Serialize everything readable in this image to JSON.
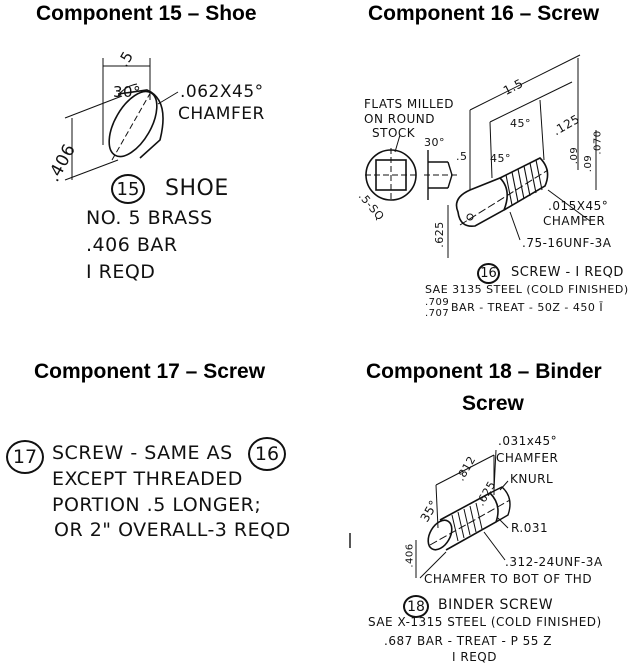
{
  "components": [
    {
      "heading": "Component 15 – Shoe",
      "dimensions": [
        ".5",
        "30°",
        ".062X45°",
        "CHAMFER",
        ".406"
      ],
      "callout_number": "15",
      "title": "SHOE",
      "spec_lines": [
        "NO. 5 BRASS",
        ".406 BAR",
        "I REQD"
      ]
    },
    {
      "heading": "Component 16 – Screw",
      "dimensions": [
        "FLATS MILLED",
        "ON ROUND",
        "STOCK",
        "30°",
        ".5",
        "1.5",
        "45°",
        "45°",
        ".125",
        ".070",
        ".09",
        ".09",
        ".5-SQ",
        ".625",
        ".015X45°",
        "CHAMFER",
        ".75-16UNF-3A"
      ],
      "callout_number": "16",
      "title": "SCREW - I REQD",
      "spec_lines": [
        "SAE 3135 STEEL (COLD FINISHED)",
        ".709",
        ".707",
        "BAR - TREAT - 50Z - 450 Ī"
      ]
    },
    {
      "heading": "Component 17 – Screw",
      "callout_number": "17",
      "ref_number": "16",
      "title": "SCREW - SAME AS",
      "spec_lines": [
        "EXCEPT THREADED",
        "PORTION .5 LONGER;",
        "OR 2\" OVERALL-3 REQD"
      ]
    },
    {
      "heading_line1": "Component 18 – Binder",
      "heading_line2": "Screw",
      "dimensions": [
        ".031x45°",
        "CHAMFER",
        "KNURL",
        ".812",
        ".625",
        "35°",
        "R.031",
        ".312-24UNF-3A",
        ".406",
        "CHAMFER TO BOT OF THD"
      ],
      "callout_number": "18",
      "title": "BINDER SCREW",
      "spec_lines": [
        "SAE X-1315 STEEL (COLD FINISHED)",
        ".687 BAR - TREAT - P 55 Z",
        "I REQD"
      ]
    }
  ]
}
